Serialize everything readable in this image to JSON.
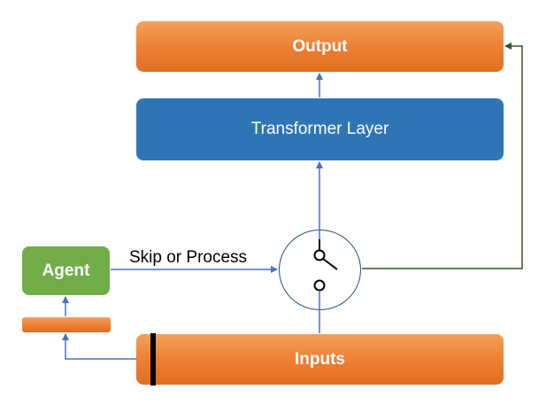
{
  "nodes": {
    "output": "Output",
    "transformer": "Transformer Layer",
    "agent": "Agent",
    "inputs": "Inputs"
  },
  "edge_labels": {
    "agent_to_switch": "Skip or Process"
  },
  "colors": {
    "orange_box": "#ed7d31",
    "blue_box": "#2e75b6",
    "green_box": "#70ad47",
    "blue_arrow": "#4472c4",
    "green_arrow": "#375623",
    "switch_outline": "#1f4e79"
  },
  "icons": {
    "switch": "switch-toggle-icon"
  }
}
